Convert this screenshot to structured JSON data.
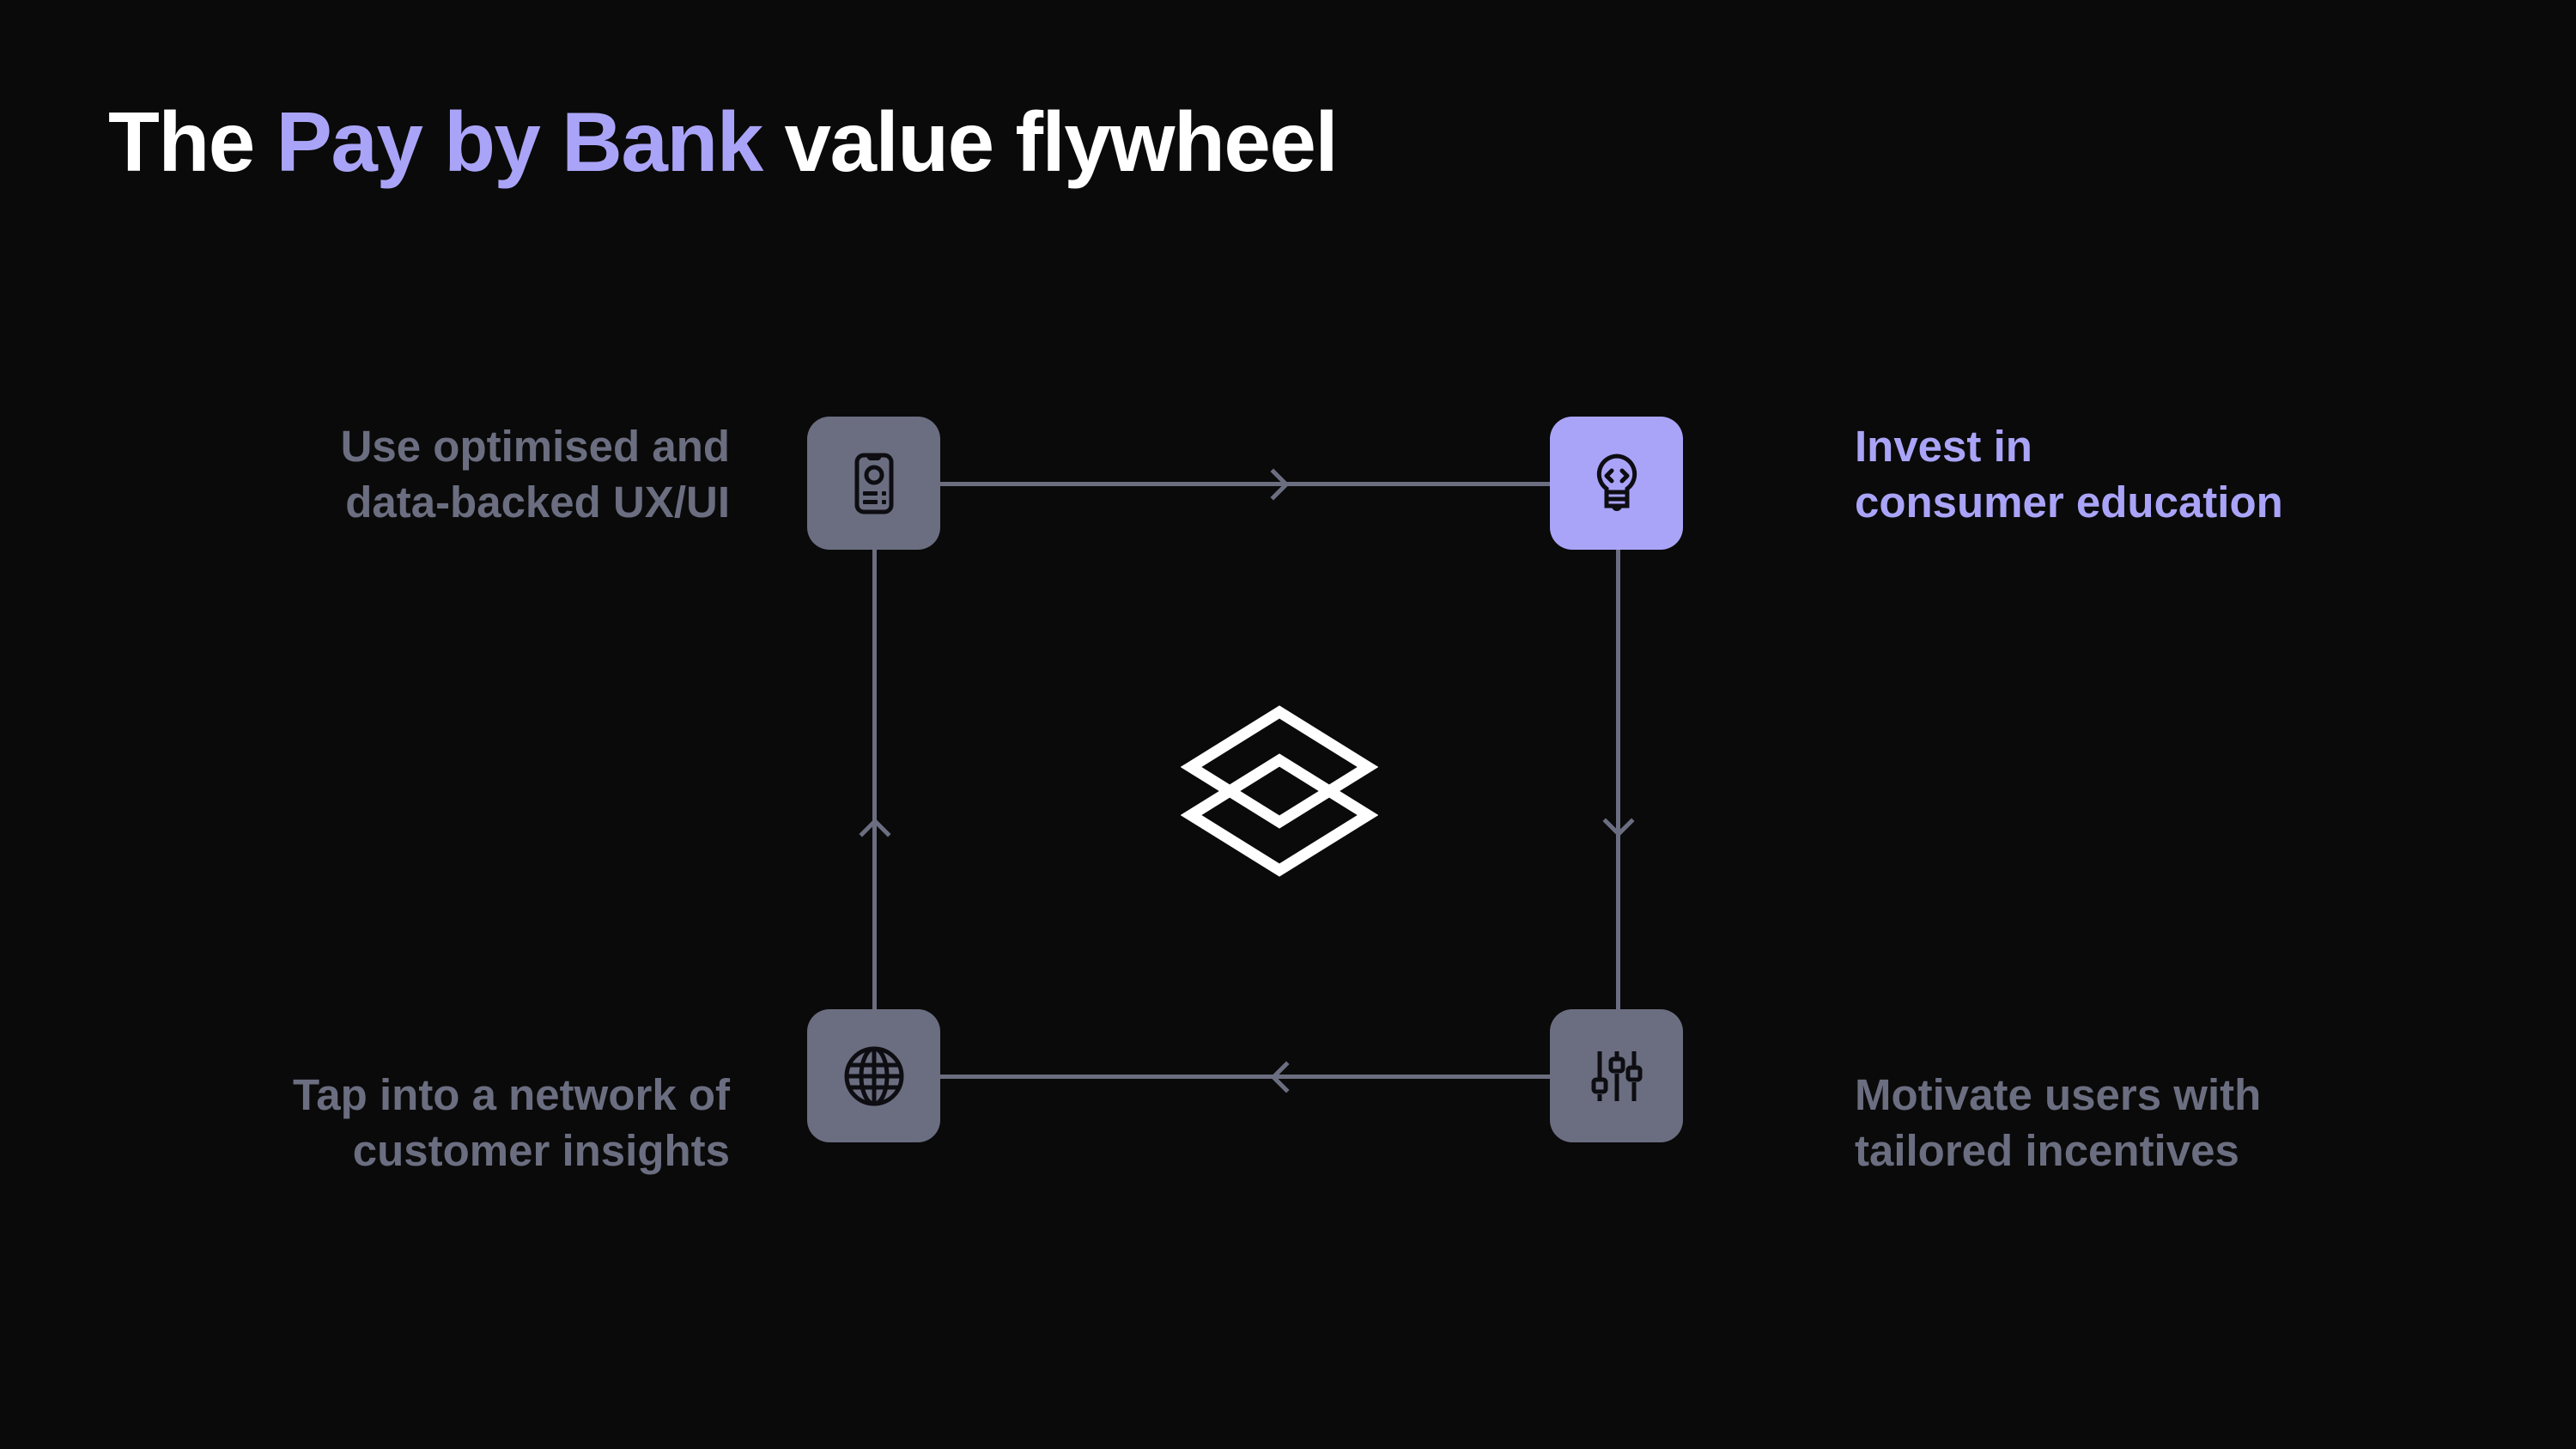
{
  "slide": {
    "background_color": "#0a0a0a",
    "accent_color": "#aaa4f8",
    "muted_color": "#6b6e80",
    "title": {
      "part1": "The ",
      "accent": "Pay by Bank",
      "part2": " value flywheel",
      "full": "The Pay by Bank value flywheel"
    }
  },
  "center": {
    "logo_icon": "stacked-layers-logo",
    "color": "#ffffff"
  },
  "nodes": [
    {
      "id": "top-left",
      "icon": "mobile-profile-icon",
      "state": "default",
      "box_color": "#6b6e80",
      "label_line1": "Use optimised and",
      "label_line2": "data-backed UX/UI",
      "label_color": "#6b6e80",
      "label_align": "right"
    },
    {
      "id": "top-right",
      "icon": "lightbulb-code-icon",
      "state": "active",
      "box_color": "#aaa4f8",
      "label_line1": "Invest in",
      "label_line2": "consumer education",
      "label_color": "#aaa4f8",
      "label_align": "left"
    },
    {
      "id": "bottom-right",
      "icon": "sliders-icon",
      "state": "default",
      "box_color": "#6b6e80",
      "label_line1": "Motivate users with",
      "label_line2": "tailored incentives",
      "label_color": "#6b6e80",
      "label_align": "left"
    },
    {
      "id": "bottom-left",
      "icon": "globe-network-icon",
      "state": "default",
      "box_color": "#6b6e80",
      "label_line1": "Tap into a network of",
      "label_line2": "customer insights",
      "label_color": "#6b6e80",
      "label_align": "right"
    }
  ],
  "connectors": [
    {
      "id": "top",
      "from": "top-left",
      "to": "top-right",
      "arrow": "chevron-right-icon",
      "color": "#6b6e80"
    },
    {
      "id": "right",
      "from": "top-right",
      "to": "bottom-right",
      "arrow": "chevron-down-icon",
      "color": "#6b6e80"
    },
    {
      "id": "bottom",
      "from": "bottom-right",
      "to": "bottom-left",
      "arrow": "chevron-left-icon",
      "color": "#6b6e80"
    },
    {
      "id": "left",
      "from": "bottom-left",
      "to": "top-left",
      "arrow": "chevron-up-icon",
      "color": "#6b6e80"
    }
  ]
}
